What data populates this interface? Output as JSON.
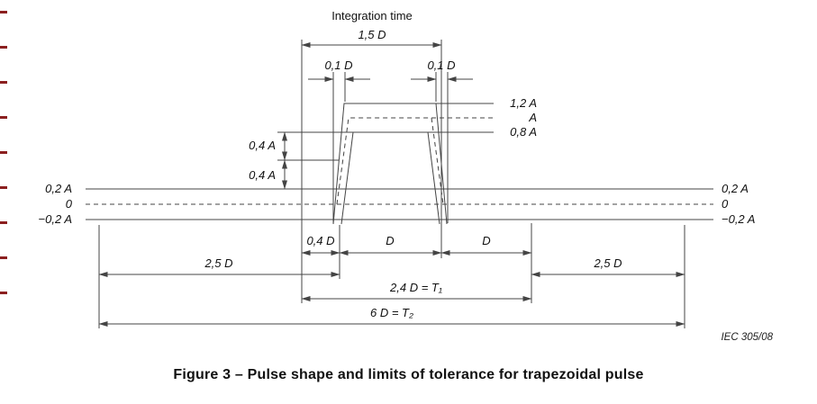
{
  "figure": {
    "caption": "Figure 3 – Pulse shape and limits of tolerance for trapezoidal pulse",
    "reference": "IEC   305/08"
  },
  "labels": {
    "integration_time": "Integration time",
    "dim_1_5d": "1,5 D",
    "dim_0_1d_left": "0,1 D",
    "dim_0_1d_right": "0,1 D",
    "level_1_2a": "1,2 A",
    "level_a": "A",
    "level_0_8a": "0,8 A",
    "dim_0_4a_upper": "0,4 A",
    "dim_0_4a_lower": "0,4 A",
    "left_axis": {
      "p02": "0,2 A",
      "zero": "0",
      "m02": "−0,2 A"
    },
    "right_axis": {
      "p02": "0,2 A",
      "zero": "0",
      "m02": "−0,2 A"
    },
    "dim_0_4d": "0,4 D",
    "dim_d1": "D",
    "dim_d2": "D",
    "dim_2_5d_left": "2,5 D",
    "dim_2_5d_right": "2,5 D",
    "dim_t1": "2,4 D = T₁",
    "dim_t2": "6 D = T₂"
  },
  "colors": {
    "line": "#444444",
    "text": "#111111",
    "edge_mark": "#8b1f1f"
  }
}
